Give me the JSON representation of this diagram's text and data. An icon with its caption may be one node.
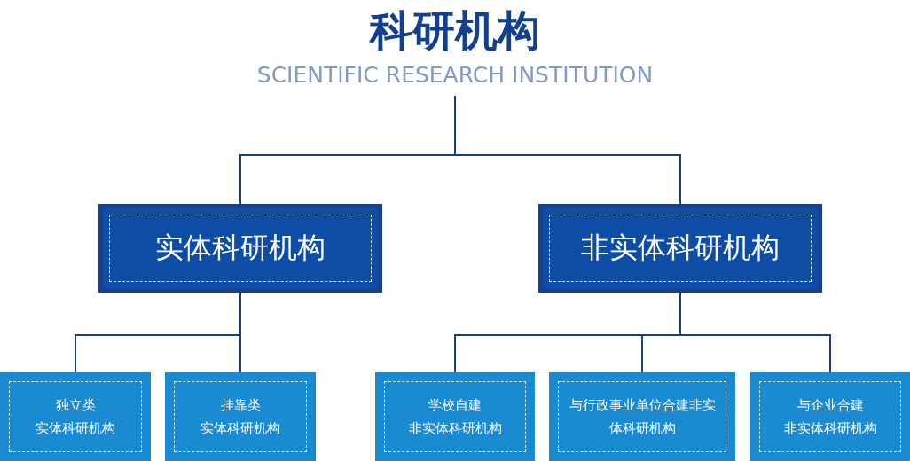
{
  "diagram": {
    "nodes": [
      {
        "text": [
          "科研机构",
          "SCIENTIFIC RESEARCH INSTITUTION"
        ]
      },
      {
        "text": [
          "实体科研机构"
        ]
      },
      {
        "text": [
          "非实体科研机构"
        ]
      },
      {
        "text": [
          "独立类",
          "实体科研机构"
        ]
      },
      {
        "text": [
          "挂靠类",
          "实体科研机构"
        ]
      },
      {
        "text": [
          "学校自建",
          "非实体科研机构"
        ]
      },
      {
        "text": [
          "与行政事业单位合建非实体科研机构"
        ]
      },
      {
        "text": [
          "与企业合建",
          "非实体科研机构"
        ]
      }
    ],
    "edges": [
      {
        "from": 0,
        "to": 1,
        "arrow": "none"
      },
      {
        "from": 0,
        "to": 2,
        "arrow": "none"
      },
      {
        "from": 1,
        "to": 3,
        "arrow": "none"
      },
      {
        "from": 1,
        "to": 4,
        "arrow": "none"
      },
      {
        "from": 2,
        "to": 5,
        "arrow": "none"
      },
      {
        "from": 2,
        "to": 6,
        "arrow": "none"
      },
      {
        "from": 2,
        "to": 7,
        "arrow": "none"
      }
    ]
  }
}
